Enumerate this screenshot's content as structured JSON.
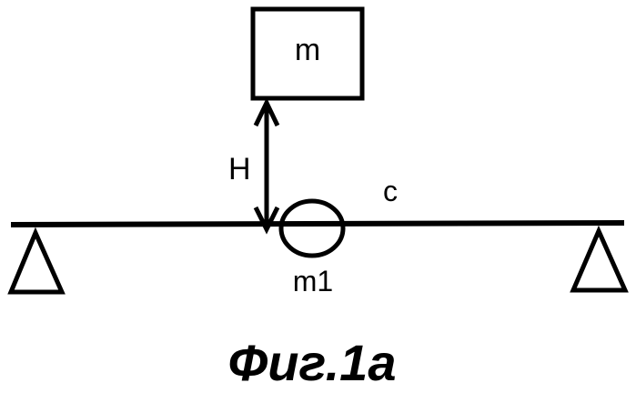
{
  "labels": {
    "mass": "m",
    "height": "H",
    "stiffness": "c",
    "mass_beam": "m1"
  },
  "caption": "Фиг.1а",
  "colors": {
    "stroke": "#000000",
    "background": "#ffffff"
  }
}
